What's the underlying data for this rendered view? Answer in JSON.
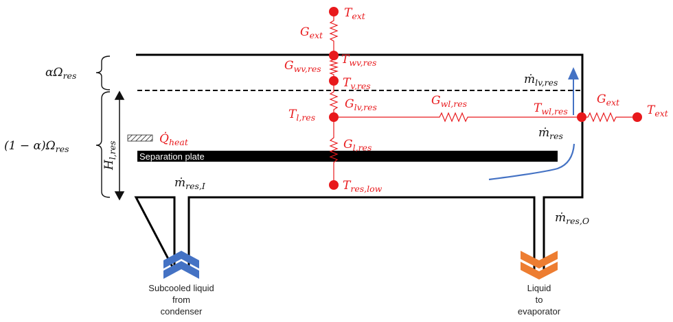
{
  "colors": {
    "thermal": "#e8191c",
    "flow_arrow": "#4472c4",
    "inlet_chevron": "#4472c4",
    "outlet_chevron": "#ed7d31",
    "plate": "#000000"
  },
  "nodes": {
    "t_ext_top": {
      "main": "T",
      "sub": "ext"
    },
    "t_wv_res": {
      "main": "T",
      "sub": "wv,res"
    },
    "t_v_res": {
      "main": "T",
      "sub": "v,res"
    },
    "t_l_res": {
      "main": "T",
      "sub": "l,res"
    },
    "t_res_low": {
      "main": "T",
      "sub": "res,low"
    },
    "t_wl_res": {
      "main": "T",
      "sub": "wl,res"
    },
    "t_ext_right": {
      "main": "T",
      "sub": "ext"
    }
  },
  "conductances": {
    "g_ext_top": {
      "main": "G",
      "sub": "ext"
    },
    "g_wv_res": {
      "main": "G",
      "sub": "wv,res"
    },
    "g_lv_res": {
      "main": "G",
      "sub": "lv,res"
    },
    "g_l_res": {
      "main": "G",
      "sub": "l,res"
    },
    "g_wl_res": {
      "main": "G",
      "sub": "wl,res"
    },
    "g_ext_right": {
      "main": "G",
      "sub": "ext"
    }
  },
  "flows": {
    "m_lv_res": {
      "main": "ṁ",
      "sub": "lv,res"
    },
    "m_res": {
      "main": "ṁ",
      "sub": "res"
    },
    "m_res_i": {
      "main": "ṁ",
      "sub": "res,I"
    },
    "m_res_o": {
      "main": "ṁ",
      "sub": "res,O"
    }
  },
  "heat": {
    "q_heat": {
      "main": "Q̇",
      "sub": "heat"
    }
  },
  "dims": {
    "alpha_omega": {
      "main": "αΩ",
      "sub": "res"
    },
    "one_minus_alpha_omega": {
      "main": "(1 − α)Ω",
      "sub": "res"
    },
    "h_l_res": {
      "main": "H",
      "sub": "l,res"
    }
  },
  "separation_plate": "Separation plate",
  "inlet_label": [
    "Subcooled liquid",
    "from",
    "condenser"
  ],
  "outlet_label": [
    "Liquid",
    "to",
    "evaporator"
  ]
}
